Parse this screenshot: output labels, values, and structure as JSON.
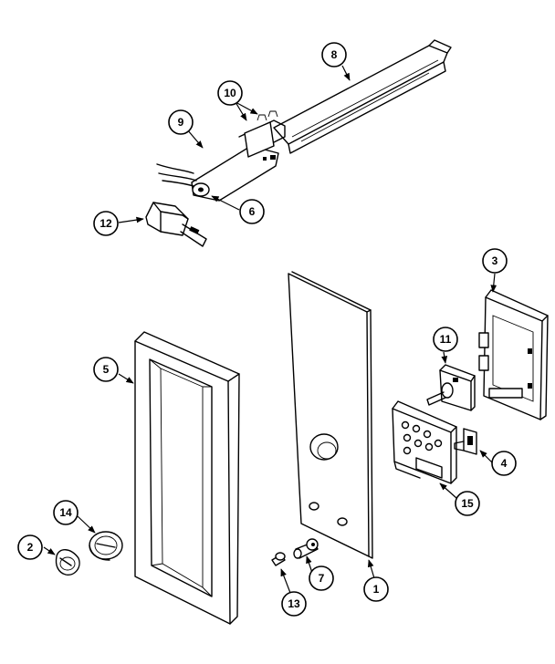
{
  "diagram": {
    "callouts": [
      {
        "id": "c1",
        "label": "1"
      },
      {
        "id": "c2",
        "label": "2"
      },
      {
        "id": "c3",
        "label": "3"
      },
      {
        "id": "c4",
        "label": "4"
      },
      {
        "id": "c5",
        "label": "5"
      },
      {
        "id": "c6",
        "label": "6"
      },
      {
        "id": "c7",
        "label": "7"
      },
      {
        "id": "c8",
        "label": "8"
      },
      {
        "id": "c9",
        "label": "9"
      },
      {
        "id": "c10",
        "label": "10"
      },
      {
        "id": "c11",
        "label": "11"
      },
      {
        "id": "c12",
        "label": "12"
      },
      {
        "id": "c13",
        "label": "13"
      },
      {
        "id": "c14",
        "label": "14"
      },
      {
        "id": "c15",
        "label": "15"
      }
    ]
  },
  "colors": {
    "line": "#000000",
    "background": "#ffffff"
  }
}
